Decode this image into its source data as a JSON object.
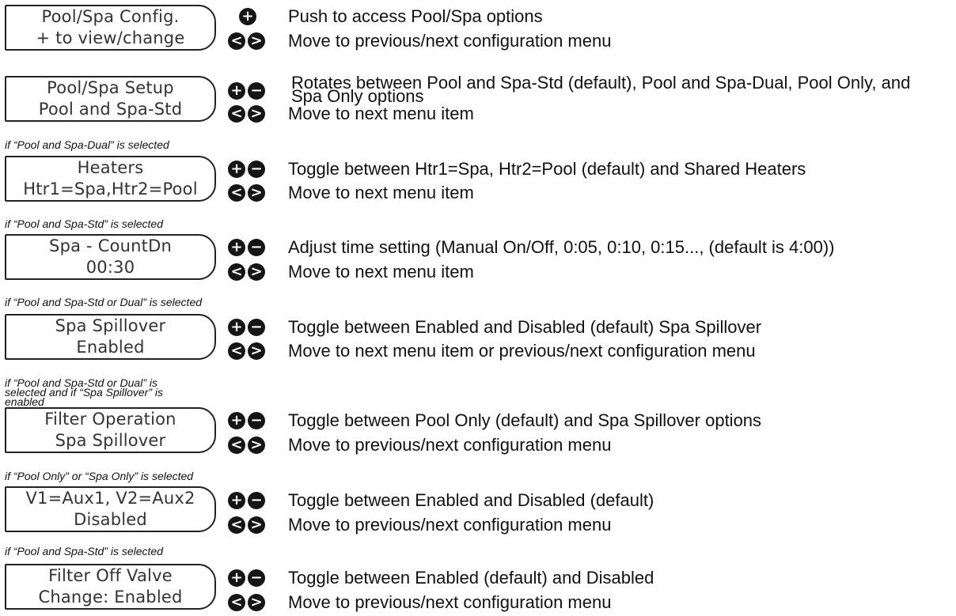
{
  "sections": [
    {
      "condition": "",
      "display": [
        "Pool/Spa Config.",
        "+ to view/change"
      ],
      "actions": [
        {
          "buttons": "plus",
          "text": "Push to access Pool/Spa options"
        },
        {
          "buttons": "arrows",
          "text": "Move to previous/next configuration menu"
        }
      ]
    },
    {
      "condition": "",
      "display": [
        "Pool/Spa Setup",
        "Pool and Spa-Std"
      ],
      "actions": [
        {
          "buttons": "plus-minus",
          "text": "Rotates between Pool and Spa-Std (default), Pool and Spa-Dual, Pool Only, and Spa Only options"
        },
        {
          "buttons": "arrows",
          "text": "Move to next menu item"
        }
      ]
    },
    {
      "condition": "if “Pool and Spa-Dual” is selected",
      "display": [
        "Heaters",
        "Htr1=Spa,Htr2=Pool"
      ],
      "actions": [
        {
          "buttons": "plus-minus",
          "text": "Toggle between Htr1=Spa, Htr2=Pool (default) and Shared Heaters"
        },
        {
          "buttons": "arrows",
          "text": "Move to next menu item"
        }
      ]
    },
    {
      "condition": "if “Pool and Spa-Std” is selected",
      "display": [
        "Spa - CountDn",
        "00:30"
      ],
      "actions": [
        {
          "buttons": "plus-minus",
          "text": "Adjust time setting (Manual On/Off, 0:05, 0:10, 0:15..., (default is 4:00))"
        },
        {
          "buttons": "arrows",
          "text": "Move to next menu item"
        }
      ]
    },
    {
      "condition": "if “Pool and Spa-Std or Dual” is selected",
      "display": [
        "Spa Spillover",
        "Enabled"
      ],
      "actions": [
        {
          "buttons": "plus-minus",
          "text": "Toggle between Enabled and Disabled (default) Spa Spillover"
        },
        {
          "buttons": "arrows",
          "text": "Move to next menu item or previous/next configuration menu"
        }
      ]
    },
    {
      "condition": "if “Pool and Spa-Std or Dual” is selected and if “Spa Spillover” is enabled",
      "display": [
        "Filter Operation",
        "Spa Spillover"
      ],
      "actions": [
        {
          "buttons": "plus-minus",
          "text": "Toggle between Pool Only (default) and Spa Spillover  options"
        },
        {
          "buttons": "arrows",
          "text": "Move to previous/next configuration menu"
        }
      ]
    },
    {
      "condition": "if “Pool Only” or “Spa Only” is selected",
      "display": [
        "V1=Aux1, V2=Aux2",
        "Disabled"
      ],
      "actions": [
        {
          "buttons": "plus-minus",
          "text": "Toggle between Enabled and Disabled (default)"
        },
        {
          "buttons": "arrows",
          "text": "Move to previous/next configuration menu"
        }
      ]
    },
    {
      "condition": "if “Pool and Spa-Std” is selected",
      "display": [
        "Filter Off Valve",
        "Change: Enabled"
      ],
      "actions": [
        {
          "buttons": "plus-minus",
          "text": "Toggle between Enabled (default) and Disabled"
        },
        {
          "buttons": "arrows",
          "text": "Move to previous/next configuration menu"
        }
      ]
    }
  ],
  "button_glyphs": {
    "plus": "+",
    "minus": "−",
    "left": "<",
    "right": ">"
  },
  "colors": {
    "text": "#111111",
    "lcd_border": "#222222",
    "button": "#151515"
  }
}
